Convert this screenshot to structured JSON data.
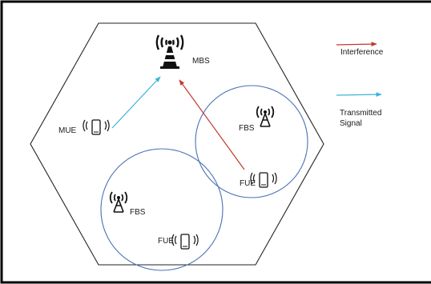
{
  "colors": {
    "frame": "#000000",
    "hexagon": "#222222",
    "cell_circle": "#4a6fb5",
    "interference_arrow": "#c0392b",
    "signal_arrow": "#3cb4d8",
    "icon": "#111111"
  },
  "legend": {
    "interference_label": "Interference",
    "transmitted_label_line1": "Transmitted",
    "transmitted_label_line2": "Signal"
  },
  "nodes": {
    "mbs_label": "MBS",
    "mue_label": "MUE",
    "fbs_right_label": "FBS",
    "fue_right_label": "FUE",
    "fbs_left_label": "FBS",
    "fue_left_label": "FUE"
  },
  "icons": {
    "mbs": "macro-tower-icon",
    "fbs": "femto-antenna-icon",
    "ue": "mobile-phone-icon"
  }
}
